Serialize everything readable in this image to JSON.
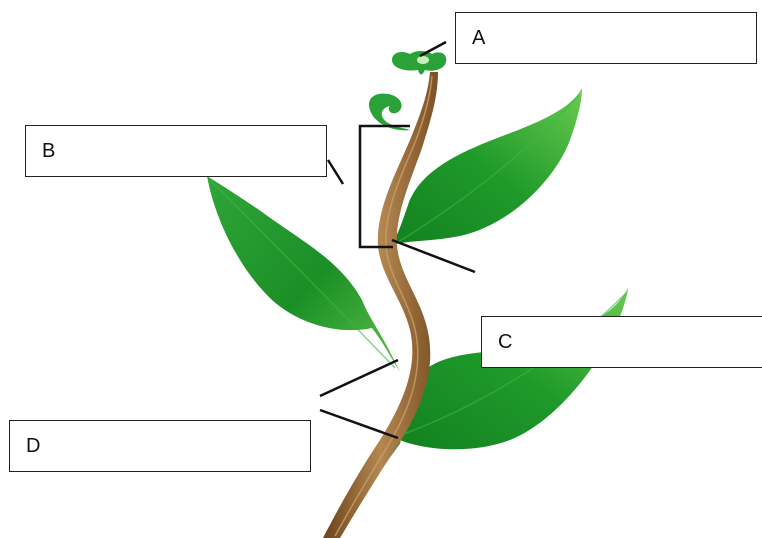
{
  "labels": {
    "a": "A",
    "b": "B",
    "c": "C",
    "d": "D"
  },
  "colors": {
    "leaf_dark": "#1a8a1e",
    "leaf_light": "#5cc24a",
    "stem_dark": "#7a4f22",
    "stem_light": "#b98a52",
    "line": "#111111"
  }
}
